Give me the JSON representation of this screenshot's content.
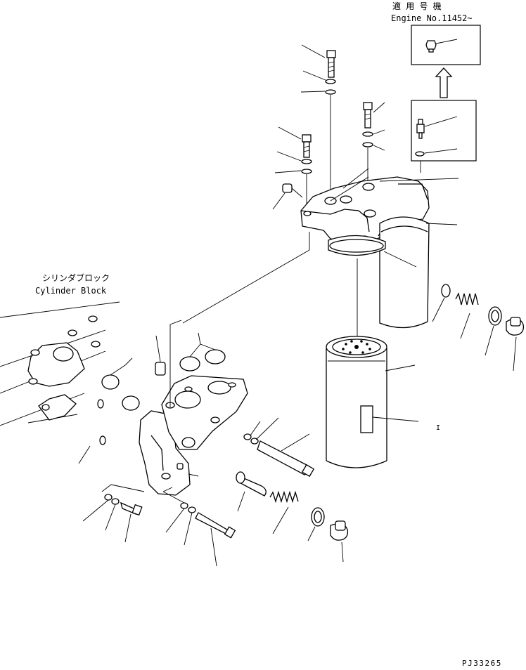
{
  "applicable_label_jp": "適 用 号 機",
  "applicable_engine": "Engine No.11452~",
  "cylinder_block_jp": "シリンダブロック",
  "cylinder_block_en": "Cylinder Block",
  "drawing_code": "PJ33265",
  "filter_label_mark": "I"
}
